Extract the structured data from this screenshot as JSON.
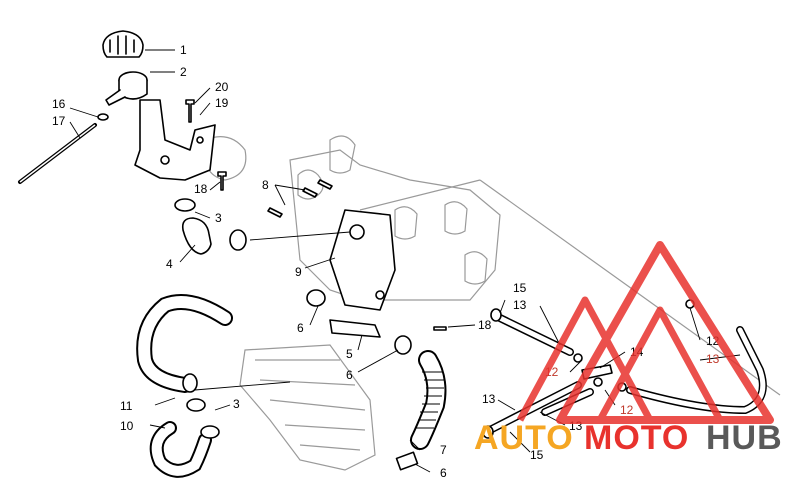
{
  "callouts": {
    "c1": "1",
    "c2": "2",
    "c20": "20",
    "c19": "19",
    "c16": "16",
    "c17": "17",
    "c8": "8",
    "c18a": "18",
    "c3a": "3",
    "c4": "4",
    "c9": "9",
    "c15a": "15",
    "c13a": "13",
    "c18b": "18",
    "c6a": "6",
    "c5": "5",
    "c6b": "6",
    "c14": "14",
    "c12a": "12",
    "c12b": "12",
    "c13b": "13",
    "c12c": "12",
    "c11": "11",
    "c3b": "3",
    "c10": "10",
    "c13c": "13",
    "c13d": "13",
    "c7": "7",
    "c15b": "15",
    "c6c": "6"
  },
  "watermark": {
    "part1": "AUTO",
    "part2": "MOTO",
    "part3": "HUB",
    "color_red": "#e8322d",
    "color_orange": "#f5a623",
    "color_gray": "#595959"
  },
  "colors": {
    "line": "#000000",
    "ghost": "#9a9a9a",
    "red_callout": "#c0392b"
  }
}
